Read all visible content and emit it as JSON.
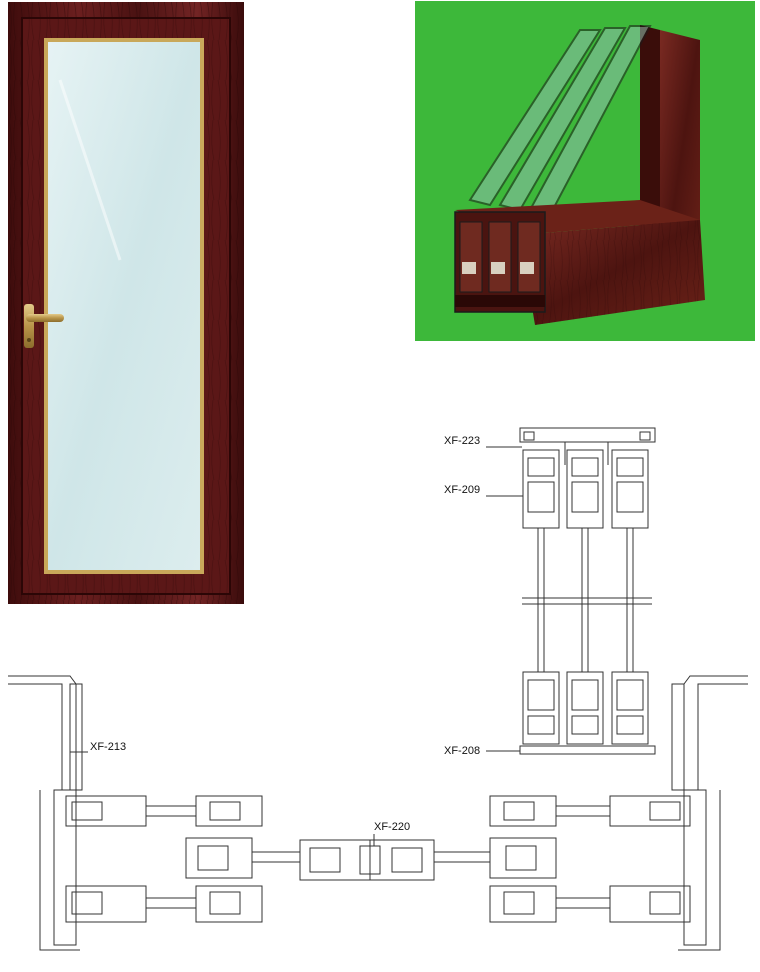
{
  "images": {
    "door": {
      "name": "glass-door-photo",
      "frame_color": "#5a1616",
      "glass_color": "#d7ebec",
      "handle_color": "#c8a860"
    },
    "profile_3d": {
      "name": "triple-track-profile-render",
      "background_color": "#3db83a",
      "profile_color": "#5a1a1a"
    }
  },
  "labels": {
    "top_track": "XF-223",
    "sash_top": "XF-209",
    "bottom_track": "XF-208",
    "side_frame": "XF-213",
    "interlock": "XF-220"
  },
  "drawing_color": "#333333"
}
